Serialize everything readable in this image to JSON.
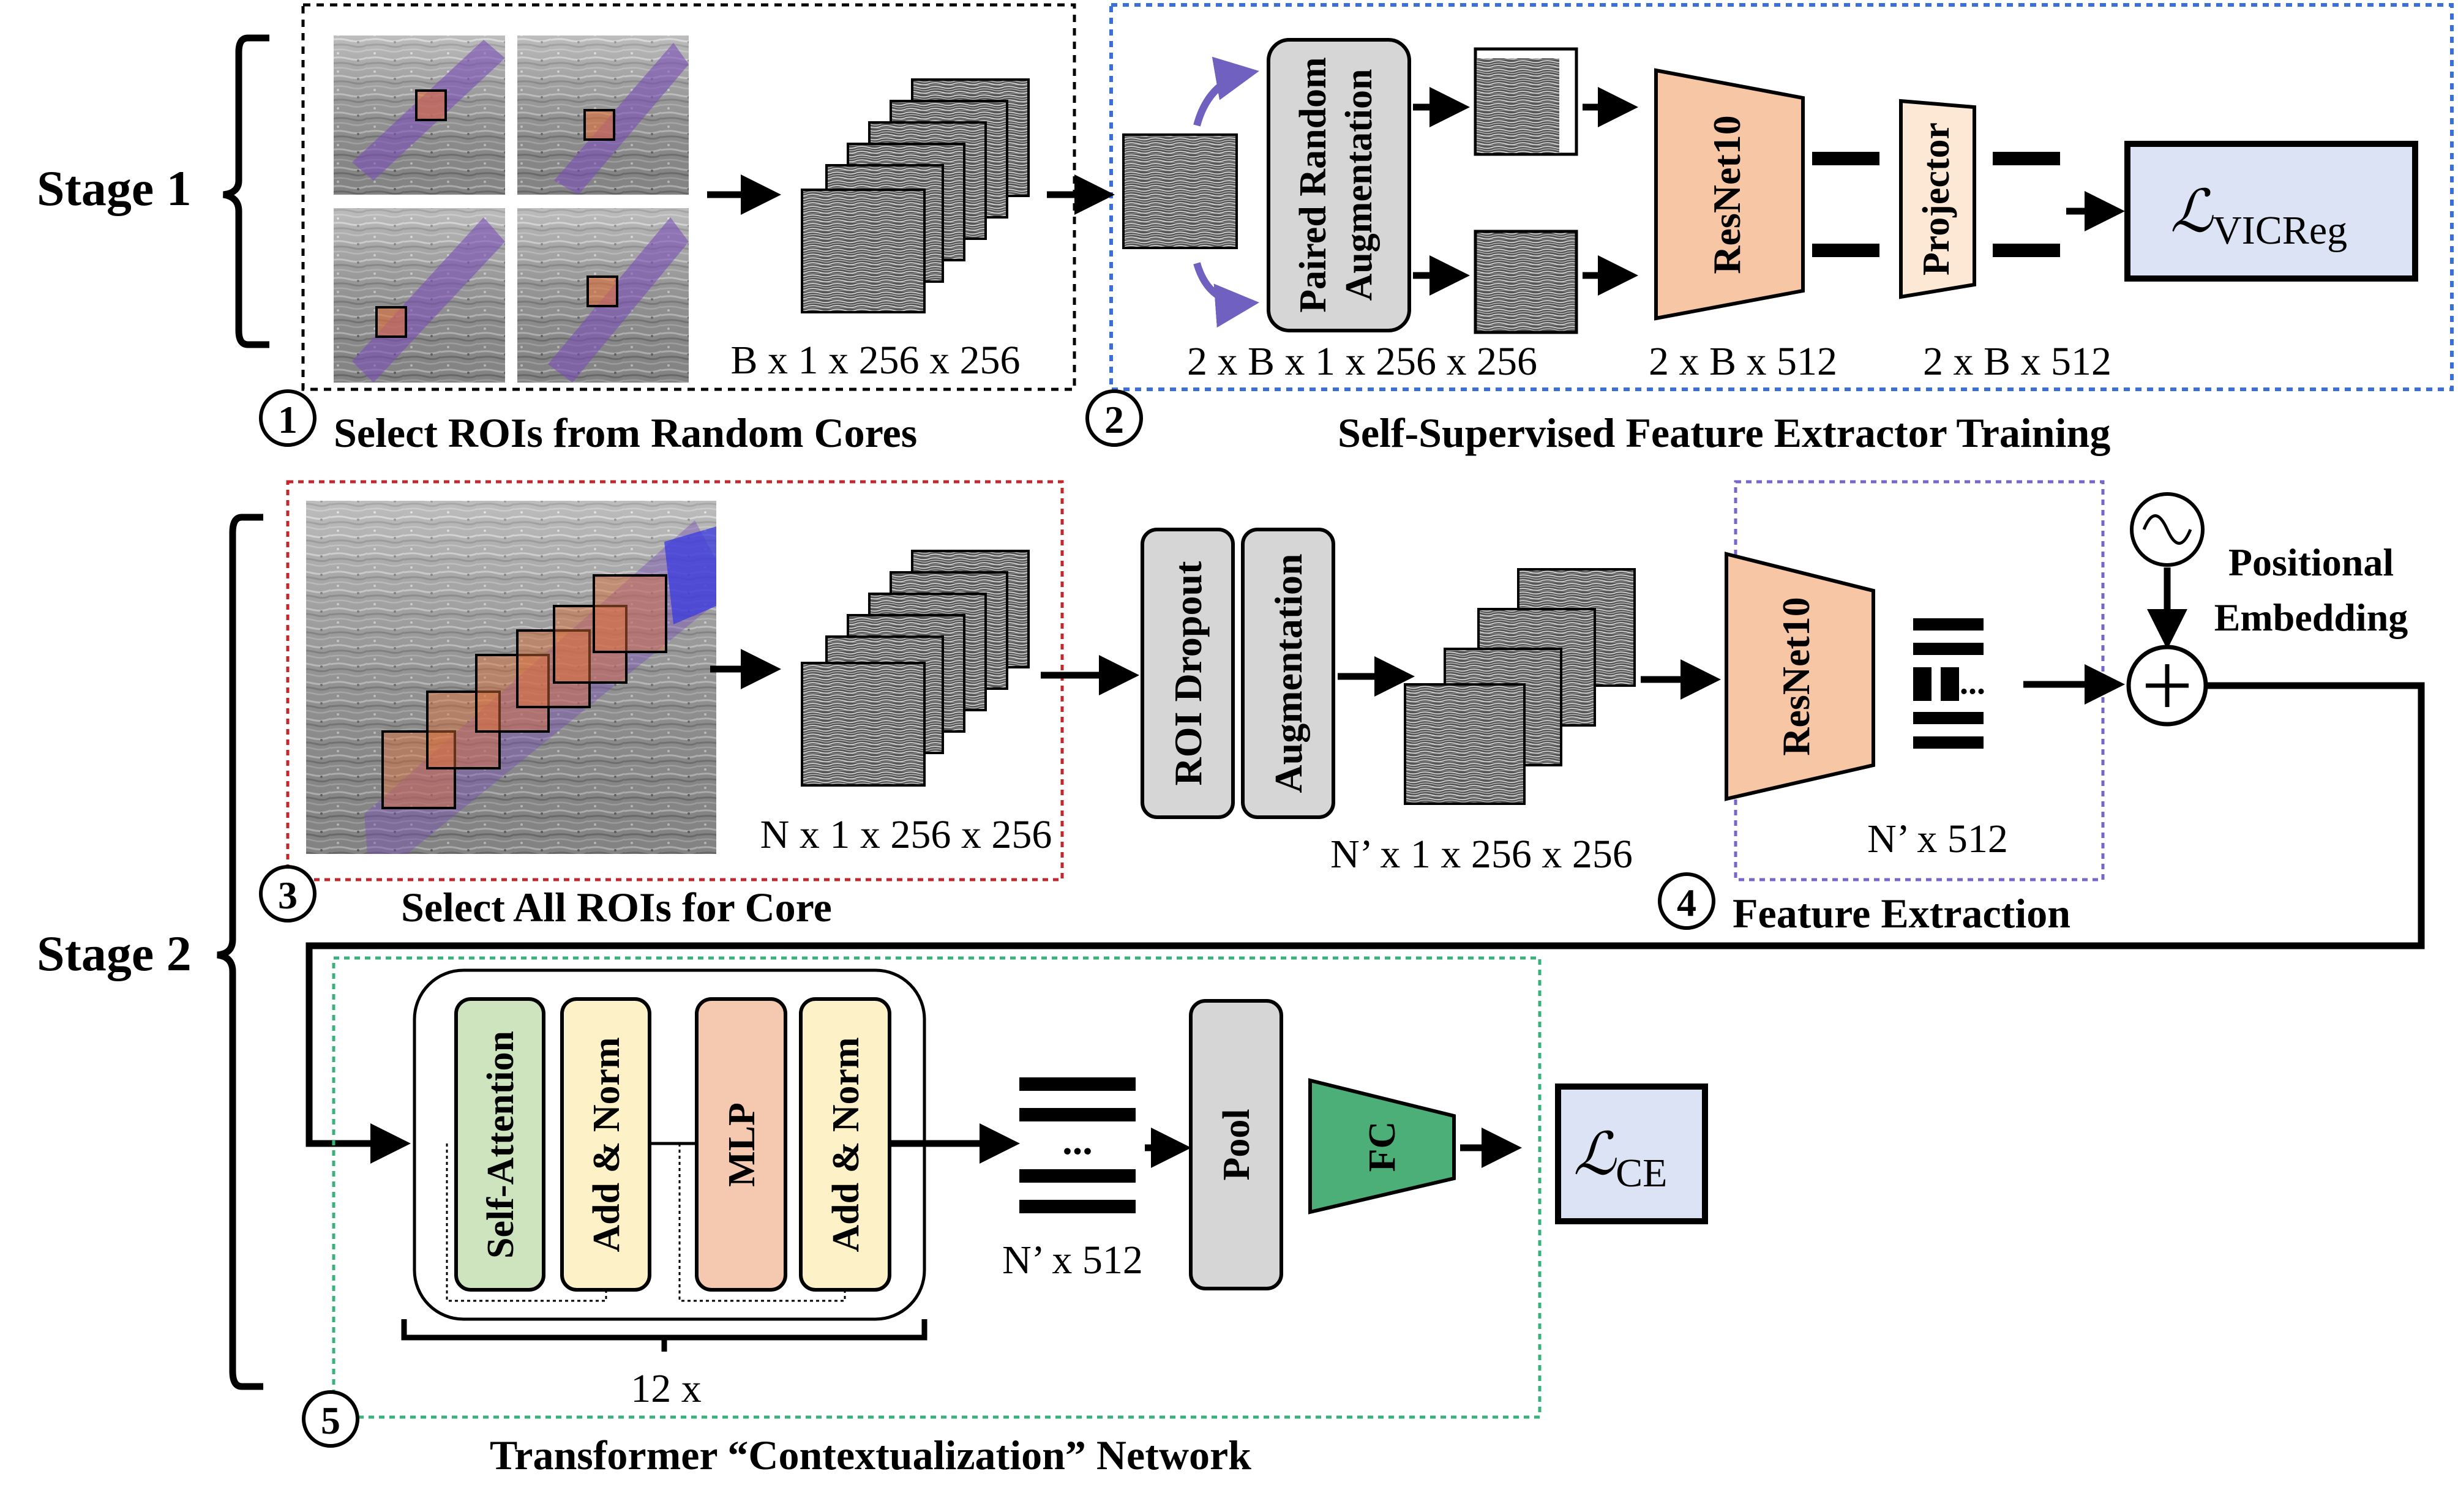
{
  "stages": {
    "stage1": "Stage 1",
    "stage2": "Stage 2"
  },
  "steps": {
    "s1": {
      "num": "1",
      "label": "Select ROIs from Random Cores"
    },
    "s2": {
      "num": "2",
      "label": "Self-Supervised Feature Extractor Training"
    },
    "s3": {
      "num": "3",
      "label": "Select All ROIs for Core"
    },
    "s4": {
      "num": "4",
      "label": "Feature Extraction"
    },
    "s5": {
      "num": "5",
      "label": "Transformer “Contextualization” Network"
    }
  },
  "blocks": {
    "paired_aug_line1": "Paired Random",
    "paired_aug_line2": "Augmentation",
    "resnet_top": "ResNet10",
    "projector": "Projector",
    "loss_vicreg_script": "ℒ",
    "loss_vicreg_sub": "VICReg",
    "roi_dropout": "ROI Dropout",
    "augmentation": "Augmentation",
    "resnet_bottom": "ResNet10",
    "positional_line1": "Positional",
    "positional_line2": "Embedding",
    "self_attention": "Self-Attention",
    "add_norm_1": "Add & Norm",
    "mlp": "MLP",
    "add_norm_2": "Add & Norm",
    "repeat": "12 x",
    "pool": "Pool",
    "fc": "FC",
    "loss_ce_script": "ℒ",
    "loss_ce_sub": "CE",
    "dots": "..."
  },
  "shape_labels": {
    "s1_patches": "B x 1 x 256 x 256",
    "s2_aug": "2 x B x 1 x 256 x 256",
    "s2_resnet": "2 x B x 512",
    "s2_proj": "2 x B x 512",
    "s3_patches": "N x 1 x 256 x 256",
    "s3_aug": "N’ x 1 x 256 x 256",
    "s4_feat": "N’ x 512",
    "s5_tokens": "N’ x 512"
  },
  "colors": {
    "resnet_fill": "#f6c6a5",
    "projector_fill": "#fde8d6",
    "loss_fill": "#dbe3f4",
    "grey_block": "#d6d6d6",
    "self_attention_fill": "#cde4bf",
    "add_norm_fill": "#fdf2c7",
    "mlp_fill": "#f5c9b0",
    "fc_fill": "#4caf78",
    "step1_border": "#000000",
    "step2_border": "#3a6fd8",
    "step3_border": "#c0282b",
    "step4_border": "#7a66c9",
    "step5_border": "#38b27a",
    "roi_band": "#7a4fb8",
    "roi_box": "#e0703a"
  }
}
